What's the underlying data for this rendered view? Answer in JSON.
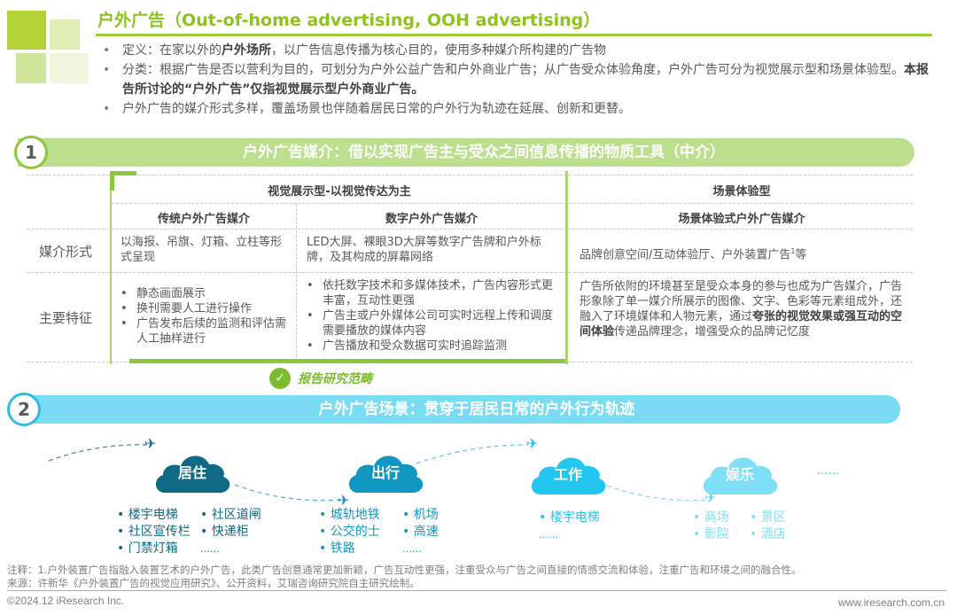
{
  "header": {
    "title": "户外广告（Out-of-home advertising, OOH advertising）",
    "bullets": [
      {
        "pre": "定义：在家以外的",
        "bold": "户外场所",
        "post": "，以广告信息传播为核心目的，使用多种媒介所构建的广告物"
      },
      {
        "pre": "分类：根据广告是否以营利为目的，可划分为户外公益广告和户外商业广告；从广告受众体验角度，户外广告可分为视觉展示型和场景体验型。",
        "bold": "本报告所讨论的“户外广告”仅指视觉展示型户外商业广告。",
        "post": ""
      },
      {
        "pre": "户外广告的媒介形式多样，覆盖场景也伴随着居民日常的户外行为轨迹在延展、创新和更替。",
        "bold": "",
        "post": ""
      }
    ]
  },
  "section1": {
    "number": "1",
    "title": "户外广告媒介：借以实现广告主与受众之间信息传播的物质工具（中介）",
    "table": {
      "group_visual": "视觉展示型-以视觉传达为主",
      "group_scene": "场景体验型",
      "col_traditional": "传统户外广告媒介",
      "col_digital": "数字户外广告媒介",
      "col_scene": "场景体验式户外广告媒介",
      "row_form_label": "媒介形式",
      "row_feature_label": "主要特征",
      "form_traditional": "以海报、吊旗、灯箱、立柱等形式呈现",
      "form_digital": "LED大屏、裸眼3D大屏等数字广告牌和户外标牌，及其构成的屏幕网络",
      "form_scene_pre": "品牌创意空间/互动体验厅、户外装置广告",
      "form_scene_sup": "1",
      "form_scene_post": "等",
      "feature_traditional": [
        "静态画面展示",
        "换刊需要人工进行操作",
        "广告发布后续的监测和评估需人工抽样进行"
      ],
      "feature_digital": [
        "依托数字技术和多媒体技术，广告内容形式更丰富，互动性更强",
        "广告主或户外媒体公司可实时远程上传和调度需要播放的媒体内容",
        "广告播放和受众数据可实时追踪监测"
      ],
      "feature_scene_pre": "广告所依附的环境甚至是受众本身的参与也成为广告媒介，广告形象除了单一媒介所展示的图像、文字、色彩等元素组成外，还融入了环境媒体和人物元素，通过",
      "feature_scene_bold": "夸张的视觉效果或强互动的空间体验",
      "feature_scene_post": "传递品牌理念，增强受众的品牌记忆度"
    },
    "scope_label": "报告研究范畴"
  },
  "section2": {
    "number": "2",
    "title": "户外广告场景：贯穿于居民日常的户外行为轨迹",
    "scenes": [
      {
        "label": "居住",
        "color": "#0e6a85",
        "items_col1": [
          "楼宇电梯",
          "社区宣传栏",
          "门禁灯箱"
        ],
        "items_col2": [
          "社区道闸",
          "快递柜"
        ],
        "more": "……"
      },
      {
        "label": "出行",
        "color": "#1198c2",
        "items_col1": [
          "城轨地铁",
          "公交的士",
          "铁路"
        ],
        "items_col2": [
          "机场",
          "高速"
        ],
        "more": "……"
      },
      {
        "label": "工作",
        "color": "#22c6ef",
        "items_col1": [
          "楼宇电梯"
        ],
        "items_col2": [],
        "more": "……"
      },
      {
        "label": "娱乐",
        "color": "#7ee0f6",
        "items_col1": [
          "商场",
          "影院"
        ],
        "items_col2": [
          "景区",
          "酒店"
        ],
        "more": ""
      }
    ],
    "trailing_more": "……"
  },
  "footer": {
    "note": "注释：1.户外装置广告指融入装置艺术的户外广告，此类广告创意通常更加新颖，广告互动性更强，注重受众与广告之间直接的情感交流和体验，注重广告和环境之间的融合性。",
    "source": "来源：许新华《户外装置广告的视觉应用研究》、公开资料，艾瑞咨询研究院自主研究绘制。",
    "copyright": "©2024.12 iResearch Inc.",
    "website": "www.iresearch.com.cn"
  },
  "colors": {
    "accent_green": "#8dc21f",
    "section1_bar": "#bcdf8e",
    "section2_bar": "#79dcf3"
  }
}
